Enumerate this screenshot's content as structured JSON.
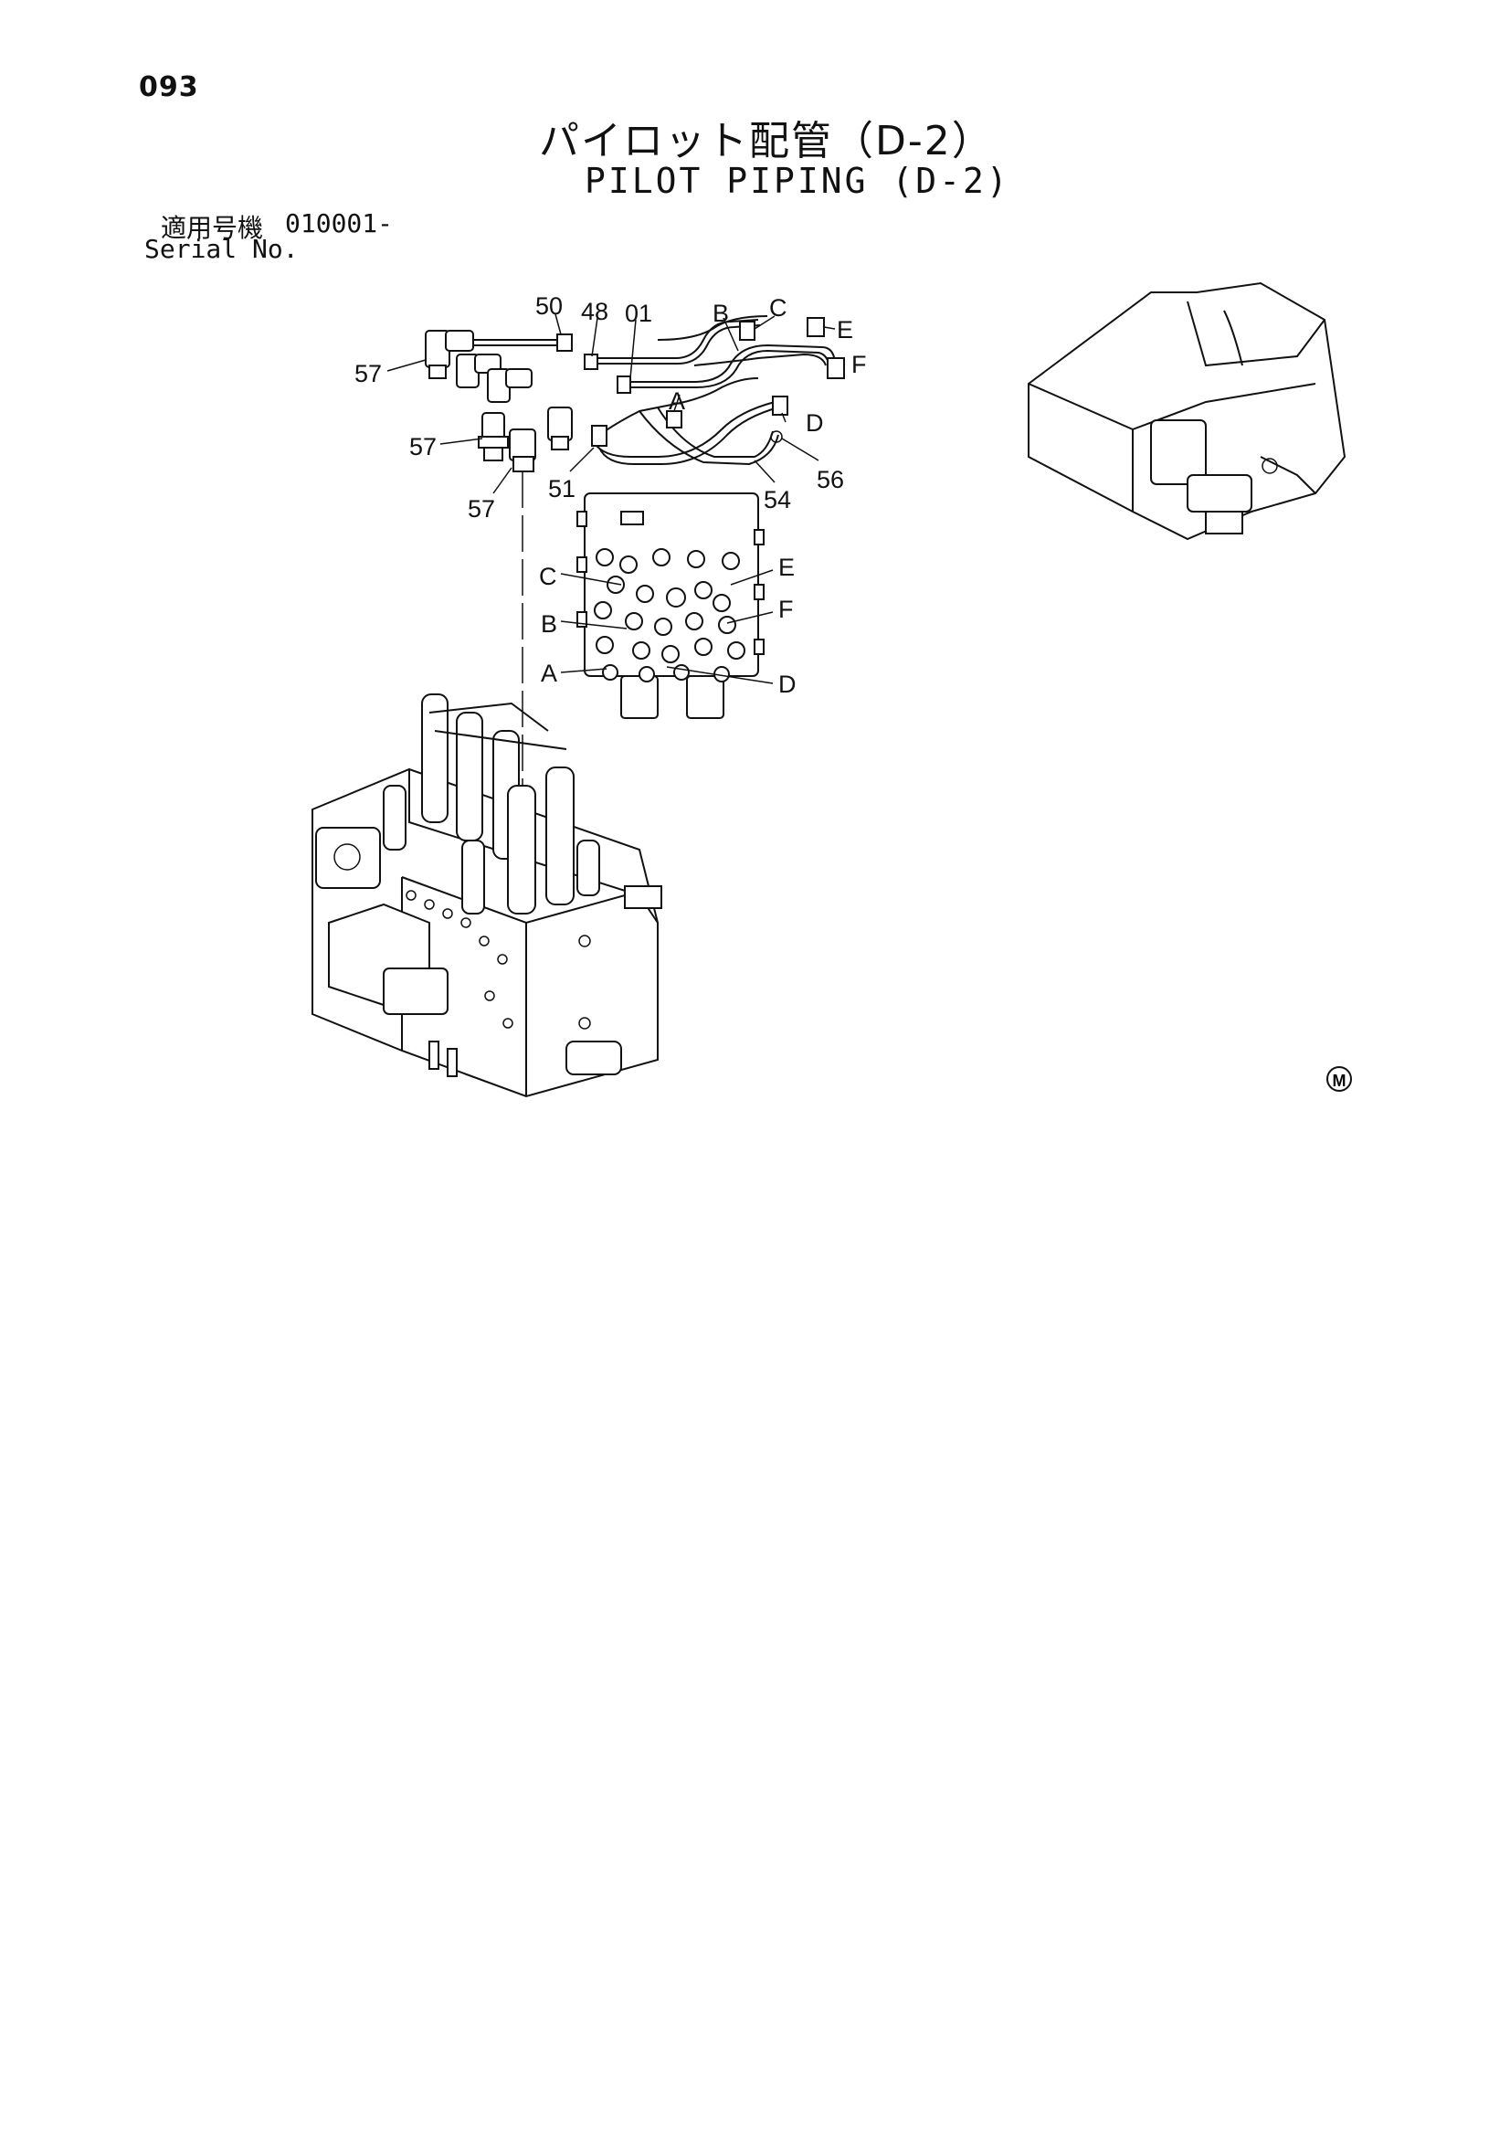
{
  "page": {
    "number": "093",
    "title_jp": "パイロット配管（D-2）",
    "title_en": "PILOT PIPING (D-2)",
    "serial_label_jp": "適用号機",
    "serial_value": "010001-",
    "serial_label_en": "Serial No."
  },
  "callouts": {
    "c50": "50",
    "c48": "48",
    "c01": "01",
    "cB_top": "B",
    "cC_top": "C",
    "cE_top": "E",
    "cF_top": "F",
    "cA_top": "A",
    "cD_top": "D",
    "c57a": "57",
    "c57b": "57",
    "c57c": "57",
    "c51": "51",
    "c54": "54",
    "c56": "56",
    "cC_v": "C",
    "cE_v": "E",
    "cB_v": "B",
    "cF_v": "F",
    "cA_v": "A",
    "cD_v": "D"
  },
  "mark": "M"
}
